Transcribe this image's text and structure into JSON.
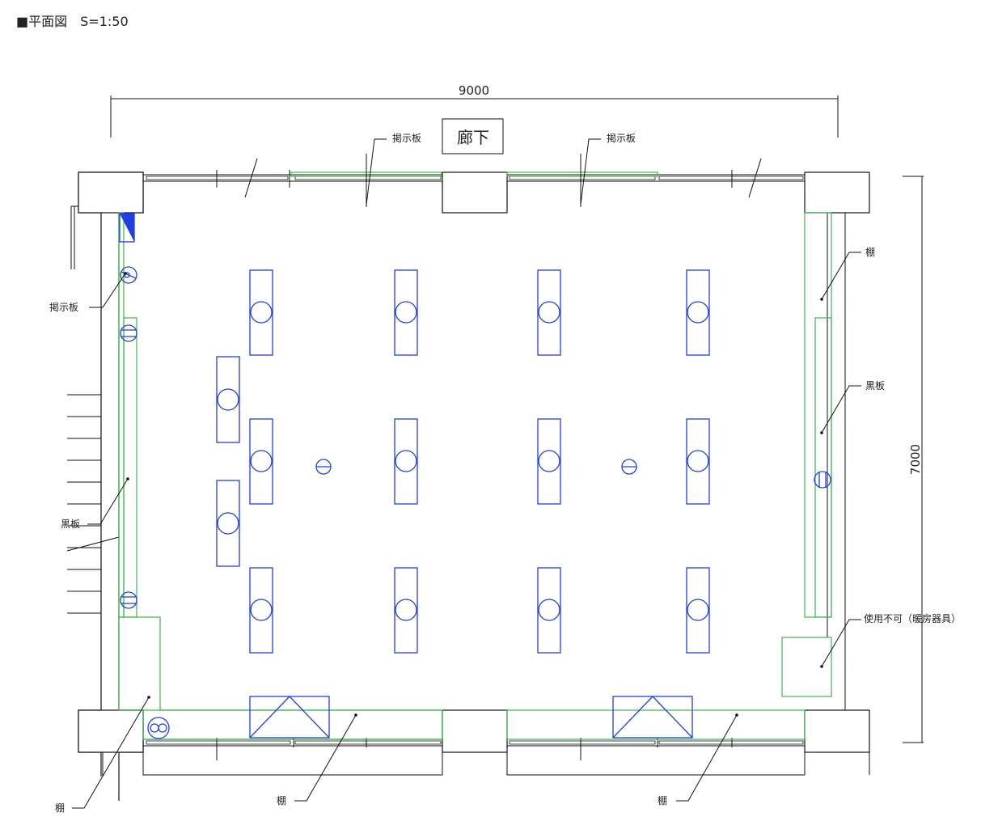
{
  "title": "■平面図",
  "scale": "S=1:50",
  "dimensions": {
    "width": "9000",
    "height": "7000"
  },
  "room_label": "廊下",
  "labels": {
    "notice_board": "掲示板",
    "blackboard": "黒板",
    "shelf": "棚",
    "unusable_heater": "使用不可（暖房器具）"
  },
  "colors": {
    "furniture": "#1f3fe0",
    "fixtures": "#3bb54a",
    "walls": "#111111"
  }
}
